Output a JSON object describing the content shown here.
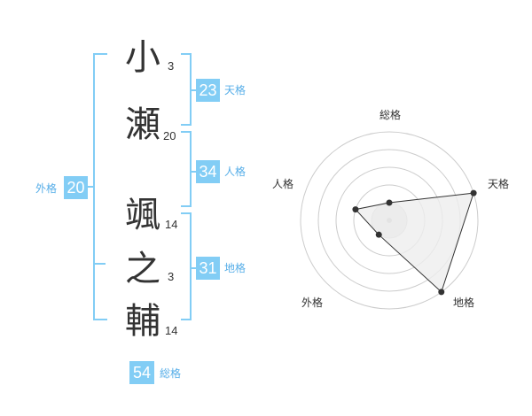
{
  "name": {
    "chars": [
      {
        "char": "小",
        "strokes": "3"
      },
      {
        "char": "瀬",
        "strokes": "20"
      },
      {
        "char": "颯",
        "strokes": "14"
      },
      {
        "char": "之",
        "strokes": "3"
      },
      {
        "char": "輔",
        "strokes": "14"
      }
    ]
  },
  "kakusu": {
    "tenkaku": {
      "value": "23",
      "label": "天格"
    },
    "jinkaku": {
      "value": "34",
      "label": "人格"
    },
    "chikaku": {
      "value": "31",
      "label": "地格"
    },
    "gaikaku": {
      "value": "20",
      "label": "外格"
    },
    "soukaku": {
      "value": "54",
      "label": "総格"
    }
  },
  "radar": {
    "axes": [
      "総格",
      "天格",
      "地格",
      "外格",
      "人格"
    ],
    "levels": 5,
    "values": [
      1,
      5,
      5,
      1,
      2
    ],
    "fill": "#eeeeee",
    "line": "#333333",
    "grid": "#cccccc",
    "inner_fill": "#e6e6e6"
  },
  "colors": {
    "accent": "#82cdf5",
    "accent_text": "#57aee8",
    "text": "#333333"
  }
}
